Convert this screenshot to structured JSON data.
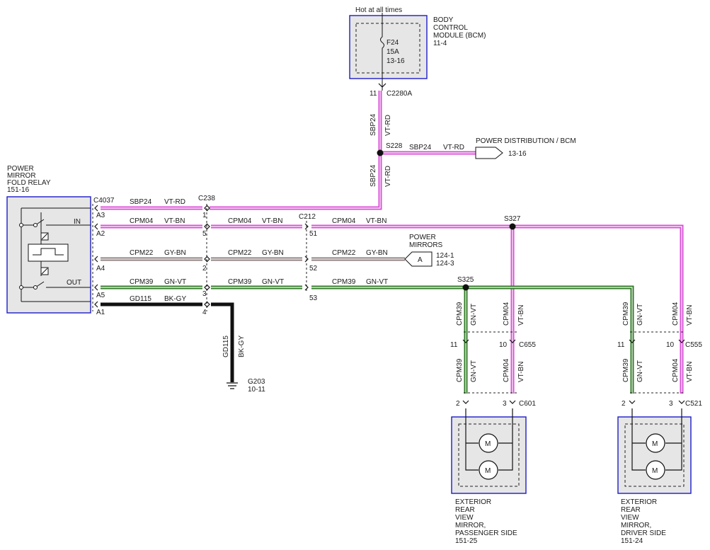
{
  "colors": {
    "vt_rd": "#d94fd6",
    "vt_bn": "#d94fd6",
    "gy_bn": "#8c7d7d",
    "gn_vt": "#2f7a24",
    "bk_gy": "#111111",
    "module_border": "#1c1cc8",
    "module_fill": "#e6e6e6",
    "wire_core": "#ffffff"
  },
  "bcm": {
    "header_note": "Hot at all times",
    "name_lines": [
      "BODY",
      "CONTROL",
      "MODULE (BCM)",
      "11-4"
    ],
    "fuse_lines": [
      "F24",
      "15A",
      "13-16"
    ],
    "pin": "11",
    "connector": "C2280A"
  },
  "power_dist": {
    "title": "POWER DISTRIBUTION / BCM",
    "ref": "13-16"
  },
  "relay": {
    "name_lines": [
      "POWER",
      "MIRROR",
      "FOLD RELAY",
      "151-16"
    ],
    "connector": "C4037",
    "in_label": "IN",
    "out_label": "OUT",
    "pins": [
      "A3",
      "A2",
      "A4",
      "A5",
      "A1"
    ]
  },
  "splices": {
    "s228": "S228",
    "s327": "S327",
    "s325": "S325"
  },
  "wires": {
    "sbp24": "SBP24",
    "vt_rd": "VT-RD",
    "cpm04": "CPM04",
    "vt_bn": "VT-BN",
    "cpm22": "CPM22",
    "gy_bn": "GY-BN",
    "cpm39": "CPM39",
    "gn_vt": "GN-VT",
    "gd115": "GD115",
    "bk_gy": "BK-GY"
  },
  "c238": {
    "connector": "C238",
    "pins": [
      "1",
      "5",
      "2",
      "3",
      "4"
    ]
  },
  "c212": {
    "connector": "C212",
    "pins": [
      "51",
      "52",
      "53"
    ]
  },
  "power_mirrors": {
    "name_lines": [
      "POWER",
      "MIRRORS"
    ],
    "tag": "A",
    "refs": [
      "124-1",
      "124-3"
    ]
  },
  "ground": {
    "name": "G203",
    "ref": "10-11"
  },
  "passenger": {
    "c655": "C655",
    "c655_pins": [
      "11",
      "10"
    ],
    "c601": "C601",
    "c601_pins": [
      "2",
      "3"
    ],
    "motor": "M",
    "name_lines": [
      "EXTERIOR",
      "REAR",
      "VIEW",
      "MIRROR,",
      "PASSENGER SIDE",
      "151-25"
    ]
  },
  "driver": {
    "c555": "C555",
    "c555_pins": [
      "11",
      "10"
    ],
    "c521": "C521",
    "c521_pins": [
      "2",
      "3"
    ],
    "motor": "M",
    "name_lines": [
      "EXTERIOR",
      "REAR",
      "VIEW",
      "MIRROR,",
      "DRIVER SIDE",
      "151-24"
    ]
  }
}
